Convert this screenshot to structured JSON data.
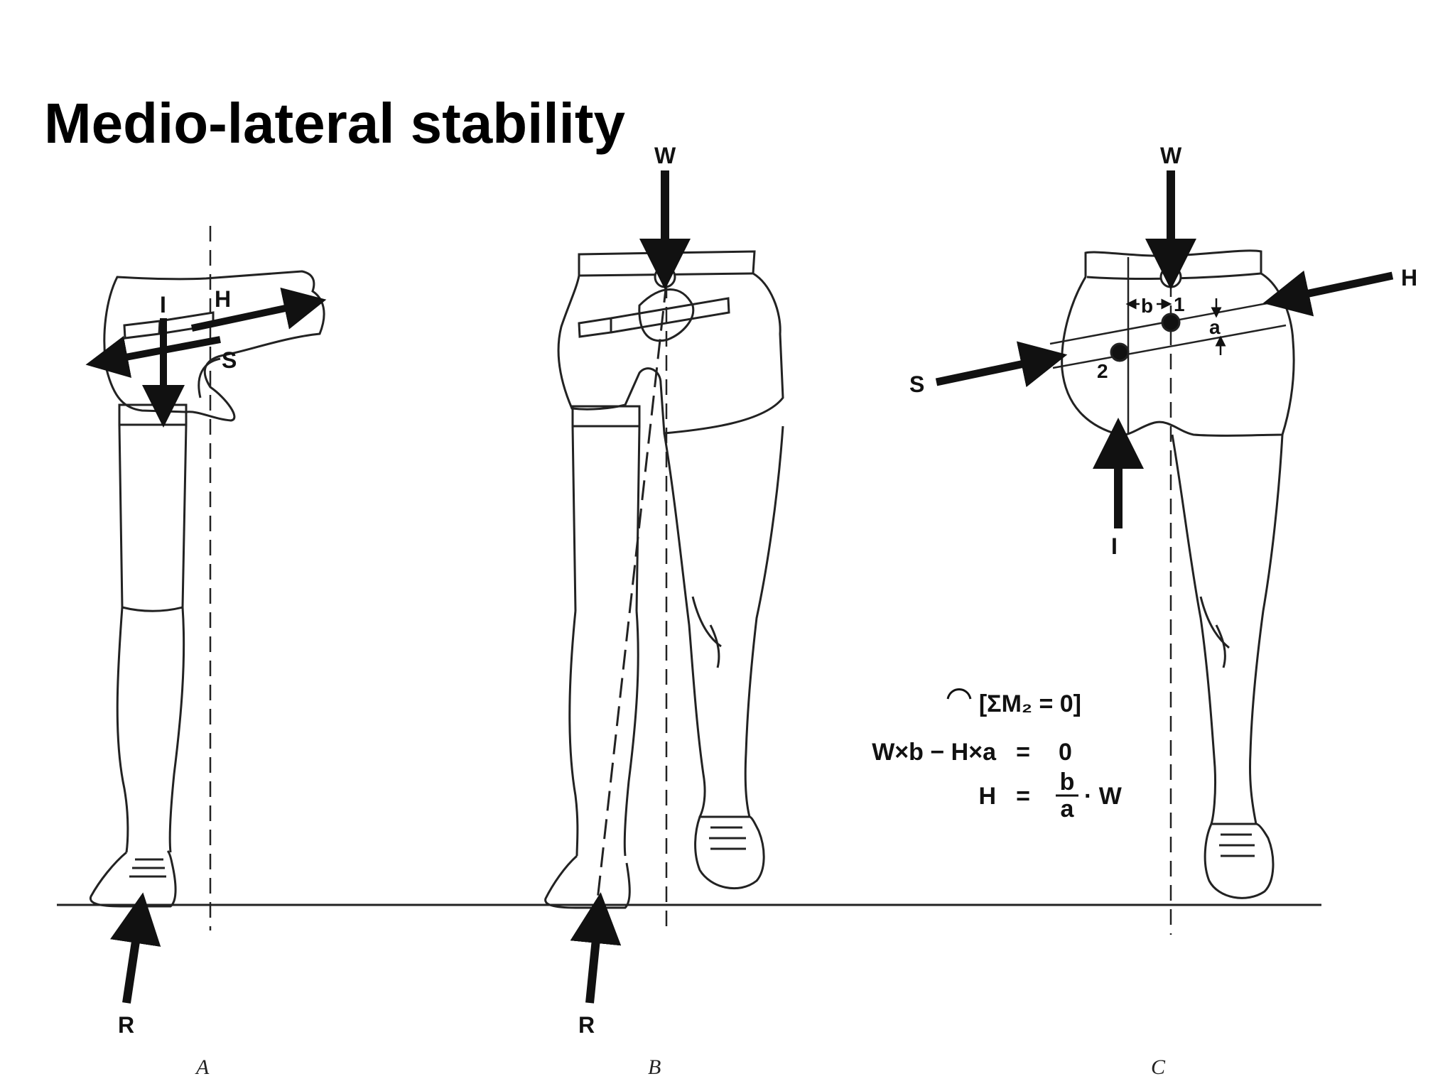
{
  "title": "Medio-lateral stability",
  "figures": {
    "a": {
      "caption": "A",
      "labels": {
        "i": "I",
        "h": "H",
        "s": "S",
        "r": "R"
      }
    },
    "b": {
      "caption": "B",
      "labels": {
        "w": "W",
        "r": "R"
      }
    },
    "c": {
      "caption": "C",
      "labels": {
        "w": "W",
        "h": "H",
        "s": "S",
        "i": "I",
        "b": "b",
        "a": "a",
        "point1": "1",
        "point2": "2"
      }
    }
  },
  "equations": {
    "line1": "[ΣM₂ = 0]",
    "line2_lhs": "W×b − H×a",
    "line2_eq": "=",
    "line2_rhs": "0",
    "line3_lhs": "H",
    "line3_eq": "=",
    "line3_num": "b",
    "line3_den": "a",
    "line3_tail": "· W"
  }
}
